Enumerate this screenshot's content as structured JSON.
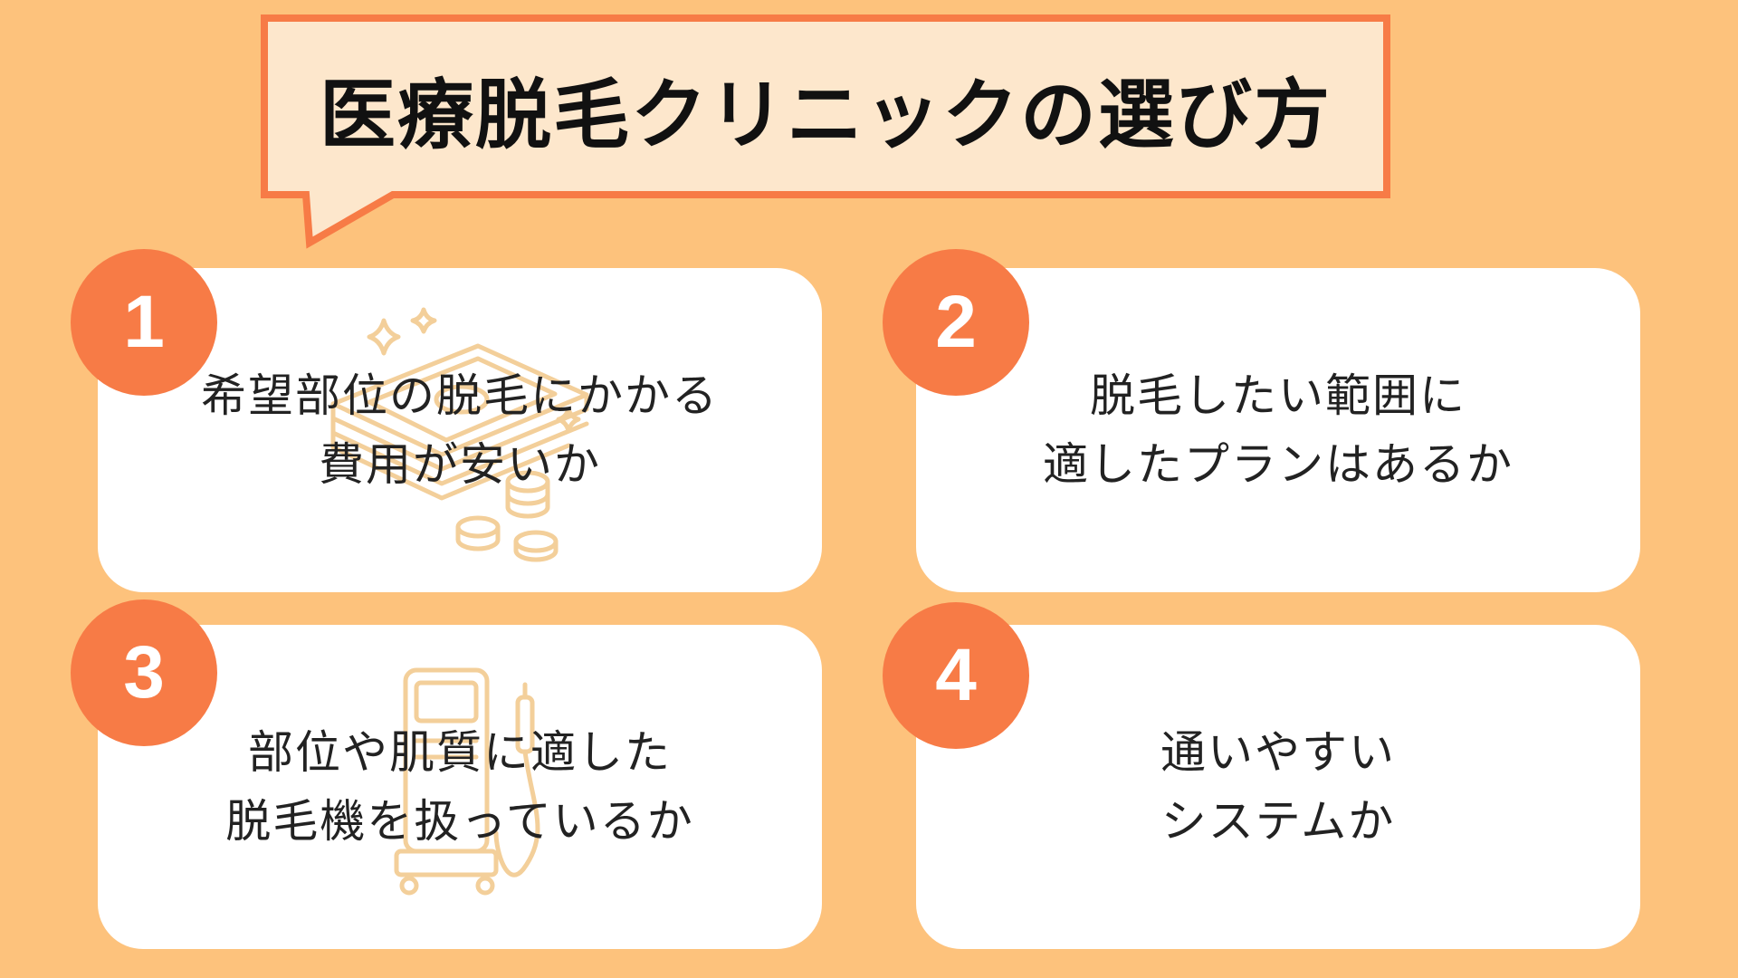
{
  "header": {
    "title": "医療脱毛クリニックの選び方"
  },
  "colors": {
    "background": "#fdc27c",
    "title_fill": "#fde7cc",
    "title_border": "#f77b46",
    "badge": "#f77b46",
    "card": "#ffffff",
    "illustration": "#f3cf9a"
  },
  "cards": [
    {
      "number": "1",
      "lines": [
        "希望部位の脱毛にかかる",
        "費用が安いか"
      ],
      "illustration": "money-stack-coins-icon"
    },
    {
      "number": "2",
      "lines": [
        "脱毛したい範囲に",
        "適したプランはあるか"
      ],
      "illustration": ""
    },
    {
      "number": "3",
      "lines": [
        "部位や肌質に適した",
        "脱毛機を扱っているか"
      ],
      "illustration": "laser-machine-icon"
    },
    {
      "number": "4",
      "lines": [
        "通いやすい",
        "システムか"
      ],
      "illustration": ""
    }
  ]
}
